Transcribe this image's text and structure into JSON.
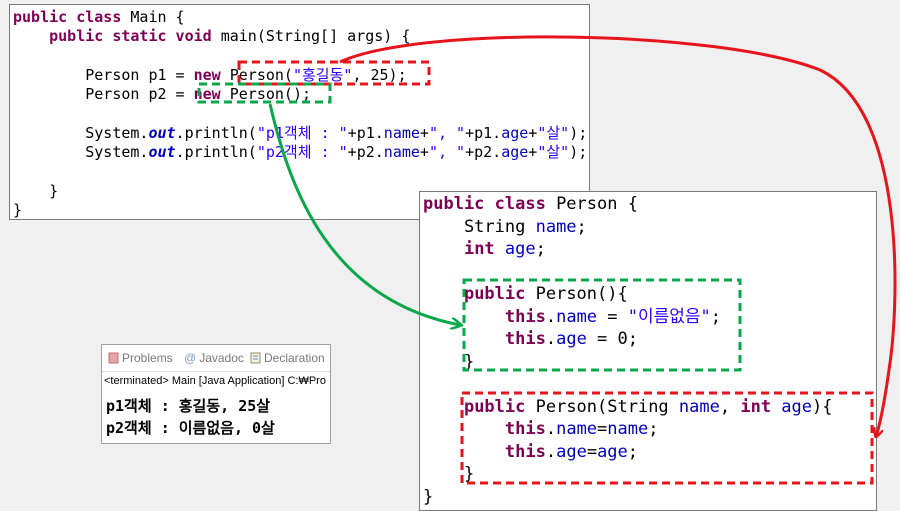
{
  "main_editor": {
    "lines": [
      [
        {
          "t": "public class ",
          "c": "kw"
        },
        {
          "t": "Main {",
          "c": ""
        }
      ],
      [
        {
          "t": "    ",
          "c": ""
        },
        {
          "t": "public static void ",
          "c": "kw"
        },
        {
          "t": "main(String[] args) {",
          "c": ""
        }
      ],
      [
        {
          "t": "",
          "c": ""
        }
      ],
      [
        {
          "t": "        Person p1 = ",
          "c": ""
        },
        {
          "t": "new ",
          "c": "kw"
        },
        {
          "t": "Person(",
          "c": ""
        },
        {
          "t": "\"홍길동\"",
          "c": "str"
        },
        {
          "t": ", 25);",
          "c": ""
        }
      ],
      [
        {
          "t": "        Person p2 = ",
          "c": ""
        },
        {
          "t": "new ",
          "c": "kw"
        },
        {
          "t": "Person();",
          "c": ""
        }
      ],
      [
        {
          "t": "",
          "c": ""
        }
      ],
      [
        {
          "t": "        System.",
          "c": ""
        },
        {
          "t": "out",
          "c": "out"
        },
        {
          "t": ".println(",
          "c": ""
        },
        {
          "t": "\"p1객체 : \"",
          "c": "str"
        },
        {
          "t": "+p1.",
          "c": ""
        },
        {
          "t": "name",
          "c": "fld"
        },
        {
          "t": "+",
          "c": ""
        },
        {
          "t": "\", \"",
          "c": "str"
        },
        {
          "t": "+p1.",
          "c": ""
        },
        {
          "t": "age",
          "c": "fld"
        },
        {
          "t": "+",
          "c": ""
        },
        {
          "t": "\"살\"",
          "c": "str"
        },
        {
          "t": ");",
          "c": ""
        }
      ],
      [
        {
          "t": "        System.",
          "c": ""
        },
        {
          "t": "out",
          "c": "out"
        },
        {
          "t": ".println(",
          "c": ""
        },
        {
          "t": "\"p2객체 : \"",
          "c": "str"
        },
        {
          "t": "+p2.",
          "c": ""
        },
        {
          "t": "name",
          "c": "fld"
        },
        {
          "t": "+",
          "c": ""
        },
        {
          "t": "\", \"",
          "c": "str"
        },
        {
          "t": "+p2.",
          "c": ""
        },
        {
          "t": "age",
          "c": "fld"
        },
        {
          "t": "+",
          "c": ""
        },
        {
          "t": "\"살\"",
          "c": "str"
        },
        {
          "t": ");",
          "c": ""
        }
      ],
      [
        {
          "t": "",
          "c": ""
        }
      ],
      [
        {
          "t": "    }",
          "c": ""
        }
      ],
      [
        {
          "t": "}",
          "c": ""
        }
      ]
    ]
  },
  "person_editor": {
    "lines": [
      [
        {
          "t": "public class ",
          "c": "kw"
        },
        {
          "t": "Person {",
          "c": ""
        }
      ],
      [
        {
          "t": "    String ",
          "c": ""
        },
        {
          "t": "name",
          "c": "fld"
        },
        {
          "t": ";",
          "c": ""
        }
      ],
      [
        {
          "t": "    ",
          "c": ""
        },
        {
          "t": "int ",
          "c": "kw"
        },
        {
          "t": "age",
          "c": "fld"
        },
        {
          "t": ";",
          "c": ""
        }
      ],
      [
        {
          "t": "",
          "c": ""
        }
      ],
      [
        {
          "t": "    ",
          "c": ""
        },
        {
          "t": "public ",
          "c": "kw"
        },
        {
          "t": "Person(){",
          "c": ""
        }
      ],
      [
        {
          "t": "        ",
          "c": ""
        },
        {
          "t": "this",
          "c": "kw"
        },
        {
          "t": ".",
          "c": ""
        },
        {
          "t": "name",
          "c": "fld"
        },
        {
          "t": " = ",
          "c": ""
        },
        {
          "t": "\"이름없음\"",
          "c": "str"
        },
        {
          "t": ";",
          "c": ""
        }
      ],
      [
        {
          "t": "        ",
          "c": ""
        },
        {
          "t": "this",
          "c": "kw"
        },
        {
          "t": ".",
          "c": ""
        },
        {
          "t": "age",
          "c": "fld"
        },
        {
          "t": " = 0;",
          "c": ""
        }
      ],
      [
        {
          "t": "    }",
          "c": ""
        }
      ],
      [
        {
          "t": "",
          "c": ""
        }
      ],
      [
        {
          "t": "    ",
          "c": ""
        },
        {
          "t": "public ",
          "c": "kw"
        },
        {
          "t": "Person(String ",
          "c": ""
        },
        {
          "t": "name",
          "c": "fld"
        },
        {
          "t": ", ",
          "c": ""
        },
        {
          "t": "int ",
          "c": "kw"
        },
        {
          "t": "age",
          "c": "fld"
        },
        {
          "t": "){",
          "c": ""
        }
      ],
      [
        {
          "t": "        ",
          "c": ""
        },
        {
          "t": "this",
          "c": "kw"
        },
        {
          "t": ".",
          "c": ""
        },
        {
          "t": "name",
          "c": "fld"
        },
        {
          "t": "=",
          "c": ""
        },
        {
          "t": "name",
          "c": "fld"
        },
        {
          "t": ";",
          "c": ""
        }
      ],
      [
        {
          "t": "        ",
          "c": ""
        },
        {
          "t": "this",
          "c": "kw"
        },
        {
          "t": ".",
          "c": ""
        },
        {
          "t": "age",
          "c": "fld"
        },
        {
          "t": "=",
          "c": ""
        },
        {
          "t": "age",
          "c": "fld"
        },
        {
          "t": ";",
          "c": ""
        }
      ],
      [
        {
          "t": "    }",
          "c": ""
        }
      ],
      [
        {
          "t": "}",
          "c": ""
        }
      ]
    ]
  },
  "console": {
    "tabs": [
      {
        "label": "Problems",
        "icon": "problems-icon"
      },
      {
        "label": "Javadoc",
        "icon": "javadoc-icon"
      },
      {
        "label": "Declaration",
        "icon": "declaration-icon"
      }
    ],
    "status": "<terminated> Main [Java Application] C:₩Pro",
    "output": [
      "p1객체 : 홍길동, 25살",
      "p2객체 : 이름없음, 0살"
    ]
  },
  "colors": {
    "keyword": "#7f0055",
    "field": "#0000c0",
    "string": "#2a00ff",
    "highlight_red": "#e8141b",
    "highlight_green": "#0aa84a"
  }
}
